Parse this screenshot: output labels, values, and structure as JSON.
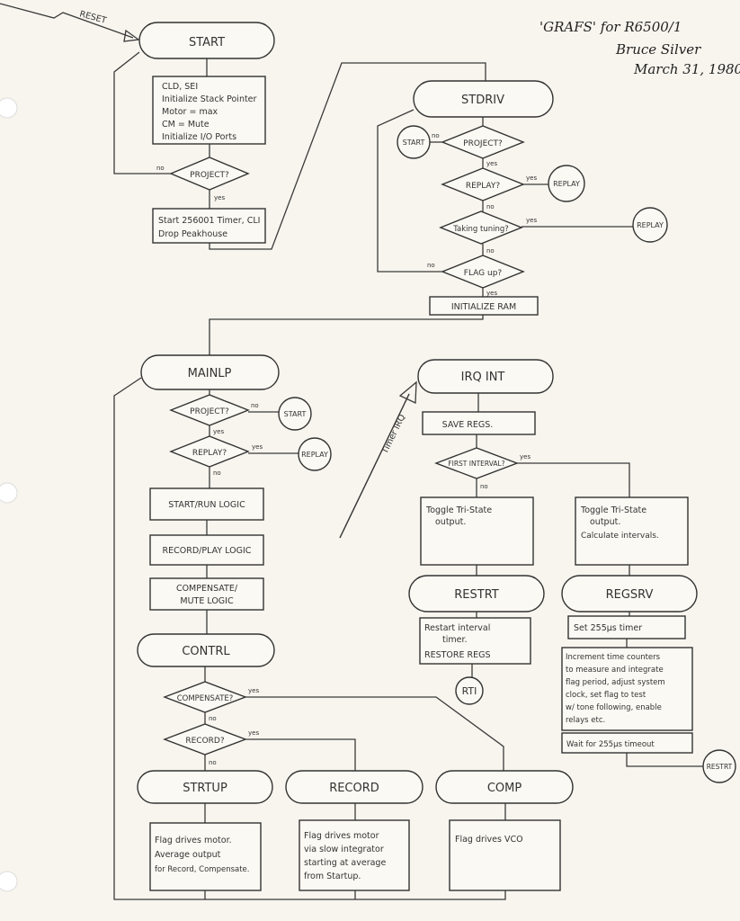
{
  "header": {
    "title": "'GRAFS' for R6500/1",
    "author": "Bruce Silver",
    "date": "March 31, 1980"
  },
  "reset_label": "RESET",
  "timer_irq_label": "Timer IRQ",
  "start_section": {
    "terminal": "START",
    "init_box": [
      "CLD, SEI",
      "Initialize Stack Pointer",
      "Motor = max",
      "CM = Mute",
      "Initialize I/O Ports"
    ],
    "decision": "PROJECT?",
    "no": "no",
    "yes": "yes",
    "timer_box": [
      "Start 256001 Timer, CLI",
      "Drop Peakhouse"
    ]
  },
  "stdriv": {
    "terminal": "STDRIV",
    "project": "PROJECT?",
    "start_connector": "START",
    "no1": "no",
    "yes1": "yes",
    "replay": "REPLAY?",
    "replay_connector": "REPLAY",
    "yes2": "yes",
    "no2": "no",
    "tuning": "Taking tuning?",
    "replay_connector2": "REPLAY",
    "yes3": "yes",
    "no3": "no",
    "flag": "FLAG up?",
    "no4": "no",
    "yes4": "yes",
    "init_ram": "INITIALIZE RAM"
  },
  "mainlp": {
    "terminal": "MAINLP",
    "project": "PROJECT?",
    "start_connector": "START",
    "no1": "no",
    "yes1": "yes",
    "replay": "REPLAY?",
    "replay_connector": "REPLAY",
    "yes2": "yes",
    "no2": "no",
    "box1": "START/RUN LOGIC",
    "box2": "RECORD/PLAY LOGIC",
    "box3": [
      "COMPENSATE/",
      "MUTE LOGIC"
    ],
    "contrl": "CONTRL",
    "compensate": "COMPENSATE?",
    "yes3": "yes",
    "no3": "no",
    "record": "RECORD?",
    "yes4": "yes",
    "no4": "no"
  },
  "branches": [
    {
      "terminal": "STRTUP",
      "box": [
        "Flag drives motor.",
        "Average output",
        "for Record, Compensate."
      ]
    },
    {
      "terminal": "RECORD",
      "box": [
        "Flag drives motor",
        "via slow integrator",
        "starting at average",
        "from Startup."
      ]
    },
    {
      "terminal": "COMP",
      "box": [
        "Flag drives VCO"
      ]
    }
  ],
  "irq": {
    "terminal": "IRQ INT",
    "save": "SAVE REGS.",
    "first": "FIRST INTERVAL?",
    "yes": "yes",
    "no": "no",
    "toggle_left": [
      "Toggle Tri-State",
      "output."
    ],
    "toggle_right": [
      "Toggle Tri-State",
      "output.",
      "Calculate intervals."
    ],
    "restrt": "RESTRT",
    "regsrv": "REGSRV",
    "restart_box": [
      "Restart interval",
      "timer.",
      "RESTORE REGS"
    ],
    "rti": "RTI",
    "set_timer": "Set 255µs timer",
    "increment_box": [
      "Increment time counters",
      "to measure and integrate",
      "flag period, adjust system",
      "clock, set flag to test",
      "w/ tone following, enable",
      "relays etc."
    ],
    "wait": "Wait for 255µs timeout",
    "restrt_connector": "RESTRT"
  }
}
